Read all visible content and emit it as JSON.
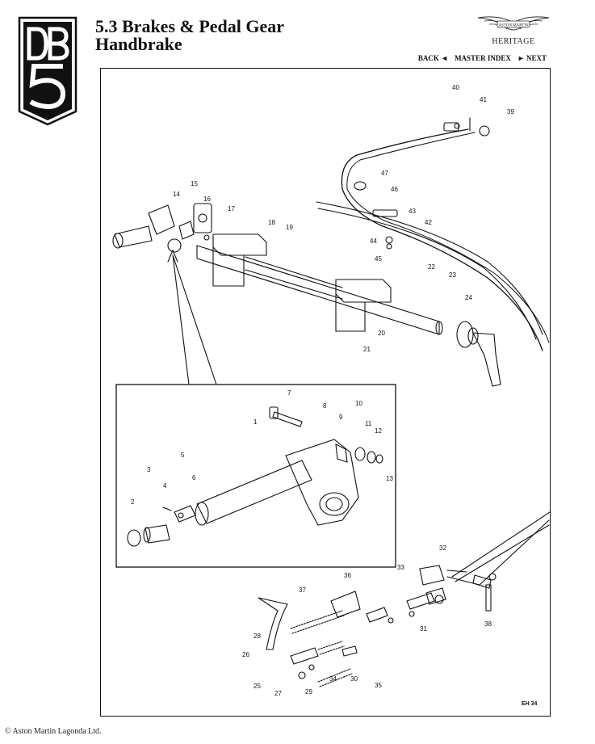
{
  "header": {
    "logo_text": "DB5",
    "title_line1": "5.3 Brakes & Pedal Gear",
    "title_line2": "Handbrake",
    "brand_text": "ASTON MARTIN",
    "heritage": "HERITAGE"
  },
  "nav": {
    "back": "BACK ◄",
    "master_index": "MASTER INDEX",
    "next": "► NEXT"
  },
  "diagram": {
    "reference": "EH 34",
    "part_labels": [
      "1",
      "2",
      "3",
      "4",
      "5",
      "6",
      "7",
      "8",
      "9",
      "10",
      "11",
      "12",
      "13",
      "14",
      "15",
      "16",
      "17",
      "18",
      "19",
      "20",
      "21",
      "22",
      "23",
      "24",
      "25",
      "26",
      "27",
      "28",
      "29",
      "30",
      "31",
      "32",
      "33",
      "34",
      "35",
      "36",
      "37",
      "38",
      "39",
      "40",
      "41",
      "42",
      "43",
      "44",
      "45",
      "46",
      "47"
    ]
  },
  "footer": {
    "copyright": "© Aston Martin Lagonda Ltd."
  }
}
